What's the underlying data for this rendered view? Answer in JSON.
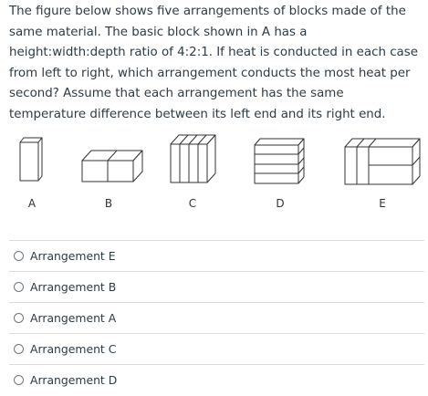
{
  "question": {
    "text": "The figure below shows five arrangements of blocks made of the same material. The basic block shown in A has a height:width:depth ratio of 4:2:1. If heat is conducted in each case from left to right, which arrangement conducts the most heat per second? Assume that each arrangement has the same temperature difference between its left end and its right end."
  },
  "figure": {
    "labels": [
      "A",
      "B",
      "C",
      "D",
      "E"
    ]
  },
  "answers": [
    {
      "label": "Arrangement E"
    },
    {
      "label": "Arrangement B"
    },
    {
      "label": "Arrangement A"
    },
    {
      "label": "Arrangement C"
    },
    {
      "label": "Arrangement D"
    }
  ]
}
